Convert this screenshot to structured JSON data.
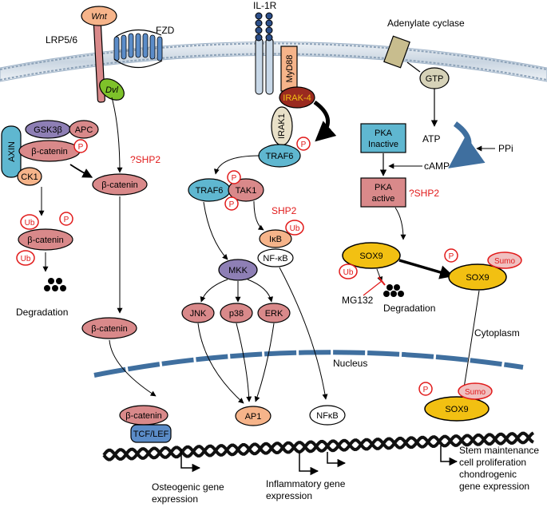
{
  "colors": {
    "pink": "#d9898a",
    "pink_dark": "#b86364",
    "blue": "#5fb7d0",
    "green": "#7ec22a",
    "orange": "#f6b48a",
    "yellow": "#f2c012",
    "brown": "#9a2a1f",
    "phospho": "#e11a1a",
    "membrane": "#9fb3c8",
    "nucleus": "#3f6f9f",
    "dna": "#111111"
  },
  "membrane_labels": {
    "lrp": "LRP5/6",
    "fzd": "FZD",
    "il1r": "IL-1R",
    "ac": "Adenylate cyclase"
  },
  "wnt": {
    "wnt": "Wnt",
    "dvl": "Dvl",
    "gsk": "GSK3β",
    "apc": "APC",
    "axin": "AXIN",
    "ck1": "CK1",
    "bcat_complex": "β-catenin",
    "shp2": "?SHP2",
    "bcat_free": "β-catenin",
    "bcat_ub": "β-catenin",
    "degradation": "Degradation",
    "bcat_mid": "β-catenin",
    "bcat_nuc": "β-catenin",
    "tcf": "TCF/LEF",
    "gene": "Osteogenic gene",
    "gene2": "expression"
  },
  "il1": {
    "myd88": "MyD88",
    "irak4": "IRAK-4",
    "irak1": "IRAK1",
    "traf6_a": "TRAF6",
    "traf6_b": "TRAF6",
    "tak1": "TAK1",
    "shp2": "SHP2",
    "ikb": "IκB",
    "nfkb": "NF-κB",
    "mkk": "MKK",
    "jnk": "JNK",
    "p38": "p38",
    "erk": "ERK",
    "ap1": "AP1",
    "nfkb_nuc": "NFκB",
    "gene": "Inflammatory gene",
    "gene2": "expression"
  },
  "pka": {
    "gtp": "GTP",
    "atp": "ATP",
    "ppi": "PPi",
    "camp": "cAMP",
    "inactive1": "PKA",
    "inactive2": "Inactive",
    "active1": "PKA",
    "active2": "active",
    "shp2": "?SHP2",
    "sox9_a": "SOX9",
    "sox9_b": "SOX9",
    "sox9_nuc": "SOX9",
    "mg132": "MG132",
    "degradation": "Degradation",
    "gene1": "Stem maintenance",
    "gene2": "cell proliferation",
    "gene3": "chondrogenic",
    "gene4": "gene expression"
  },
  "tags": {
    "p": "P",
    "ub": "Ub",
    "sumo": "Sumo"
  },
  "compartments": {
    "cytoplasm": "Cytoplasm",
    "nucleus": "Nucleus"
  }
}
